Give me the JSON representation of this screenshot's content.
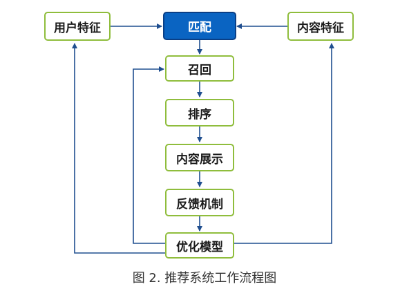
{
  "nodes": {
    "user_features": "用户特征",
    "match": "匹配",
    "content_features": "内容特征",
    "recall": "召回",
    "ranking": "排序",
    "content_display": "内容展示",
    "feedback": "反馈机制",
    "optimize_model": "优化模型"
  },
  "caption": "图 2. 推荐系统工作流程图",
  "colors": {
    "node_border": "#8fbd3c",
    "primary_fill": "#0a64c2",
    "arrow": "#1f4e8f"
  }
}
